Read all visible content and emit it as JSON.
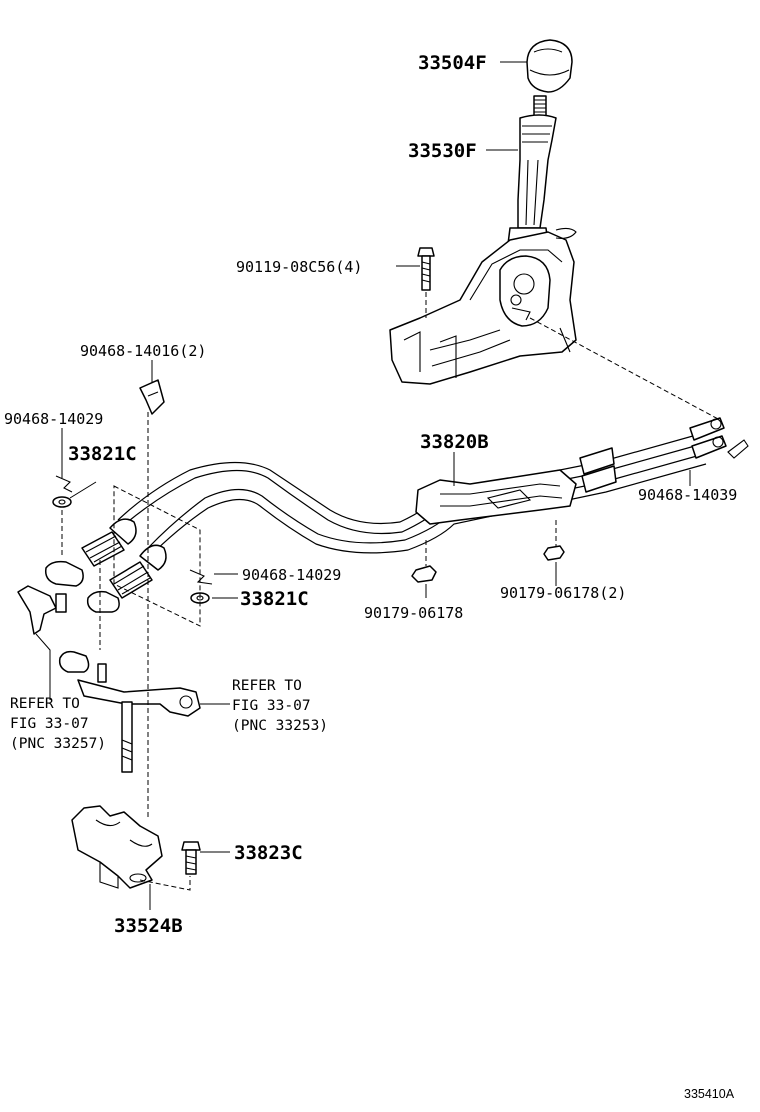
{
  "diagram": {
    "labels": {
      "knob": "33504F",
      "lever": "33530F",
      "lever_bolt": "90119-08C56(4)",
      "clip_pair": "90468-14016(2)",
      "clip_left_top": "90468-14029",
      "washer_left_top": "33821C",
      "cable_assy": "33820B",
      "clip_right": "90468-14039",
      "clip_mid": "90468-14029",
      "washer_mid": "33821C",
      "nut_center": "90179-06178",
      "nut_right": "90179-06178(2)",
      "ref_left_1": "REFER TO",
      "ref_left_2": "FIG 33-07",
      "ref_left_3": "(PNC 33257)",
      "ref_right_1": "REFER TO",
      "ref_right_2": "FIG 33-07",
      "ref_right_3": "(PNC 33253)",
      "bolt_bracket": "33823C",
      "bracket": "33524B"
    },
    "figure_code": "335410A"
  }
}
